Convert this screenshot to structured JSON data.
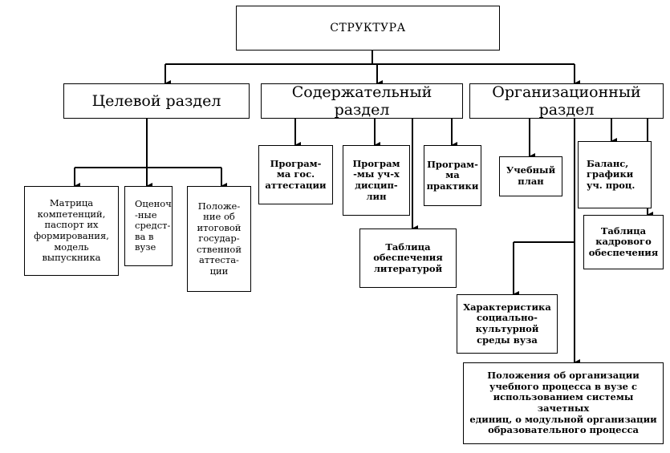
{
  "root": "СТРУКТУРА",
  "sections": {
    "target": "Целевой раздел",
    "content": "Содержательный раздел",
    "organization": "Организационный раздел"
  },
  "target_items": [
    "Матрица\nкомпетенций,\nпаспорт их\nформирования,\nмодель\nвыпускника",
    "Оценоч\n-ные\nсредст-\nва в\nвузе",
    "Положе-\nние об\nитоговой\nгосудар-\nственной\nаттеста-\nции"
  ],
  "content_items": [
    "Програм-\nма гос.\nаттестации",
    "Програм\n-мы уч-х\nдисцип-\nлин",
    "Програм-\nма\nпрактики",
    "Таблица\nобеспечения\nлитературой"
  ],
  "org_items": [
    "Учебный\nплан",
    "Баланс,\nграфики\nуч.  проц.",
    "Таблица\nкадрового\nобеспечения",
    "Характеристика\nсоциально-\nкультурной\nсреды вуза",
    "Положения об организации\nучебного процесса в вузе с\nиспользованием системы зачетных\nединиц, о модульной организации\nобразовательного процесса"
  ]
}
